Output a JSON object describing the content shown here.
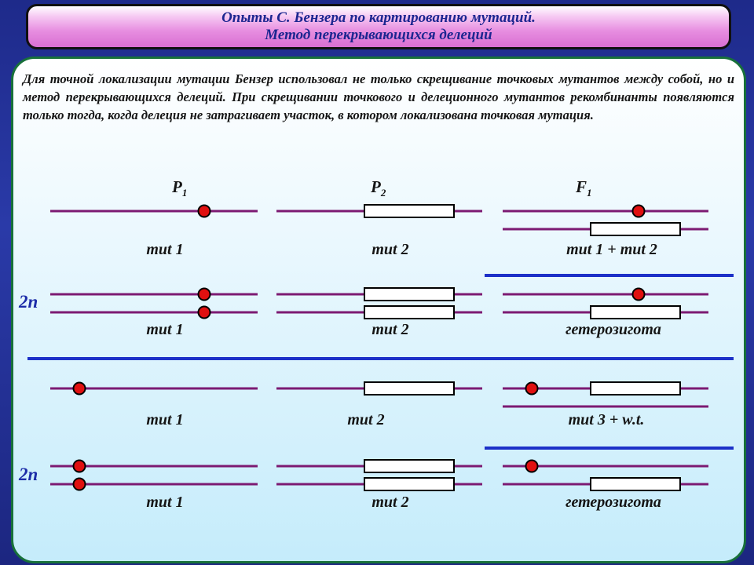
{
  "title": {
    "line1": "Опыты С. Бензера по картированию мутаций.",
    "line2": "Метод перекрывающихся делеций"
  },
  "intro_text": "Для точной локализации мутации Бензер использовал не только скрещивание точковых мутантов между собой, но и метод перекрывающихся делеций. При скрещивании точкового и делеционного мутантов рекомбинанты появляются только тогда, когда делеция не затрагивает участок, в котором локализована точковая мутация.",
  "columns": {
    "p1": {
      "main": "P",
      "sub": "1"
    },
    "p2": {
      "main": "P",
      "sub": "2"
    },
    "f1": {
      "main": "F",
      "sub": "1"
    }
  },
  "ploidy_label": "2n",
  "labels": {
    "r1_a": "mut 1",
    "r1_b": "mut 2",
    "r1_c": "mut 1 + mut 2",
    "r2_a": "mut 1",
    "r2_b": "mut 2",
    "r2_c": "гетерозигота",
    "r3_a": "mut 1",
    "r3_b": "mut 2",
    "r3_c": "mut 3 + w.t.",
    "r4_a": "mut 1",
    "r4_b": "mut 2",
    "r4_c": "гетерозигота"
  },
  "colors": {
    "chromosome": "#7c1a72",
    "mutation_dot": "#e01010",
    "separator": "#1c30c8",
    "deletion_fill": "#ffffff"
  }
}
